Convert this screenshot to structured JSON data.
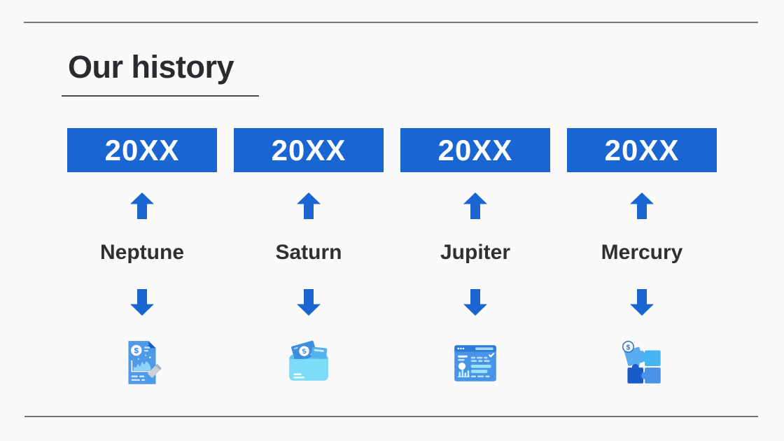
{
  "slide": {
    "background": "#FAFAFA",
    "divider_color": "#737373"
  },
  "header": {
    "title": "Our history",
    "title_color": "#2B2B2F"
  },
  "colors": {
    "accent_blue": "#1966D2",
    "year_text": "#FFFFFF",
    "label_text": "#303034",
    "icon_blue": "#4E9AE8",
    "icon_dark_blue": "#1A5FC8",
    "icon_cyan": "#7DDCF7",
    "icon_sky": "#47B5F2",
    "icon_gray": "#CBD0D8"
  },
  "timeline": {
    "columns": [
      {
        "year": "20XX",
        "label": "Neptune",
        "icon": "invoice-chart-icon"
      },
      {
        "year": "20XX",
        "label": "Saturn",
        "icon": "wallet-money-icon"
      },
      {
        "year": "20XX",
        "label": "Jupiter",
        "icon": "dashboard-window-icon"
      },
      {
        "year": "20XX",
        "label": "Mercury",
        "icon": "puzzle-pieces-icon"
      }
    ]
  }
}
